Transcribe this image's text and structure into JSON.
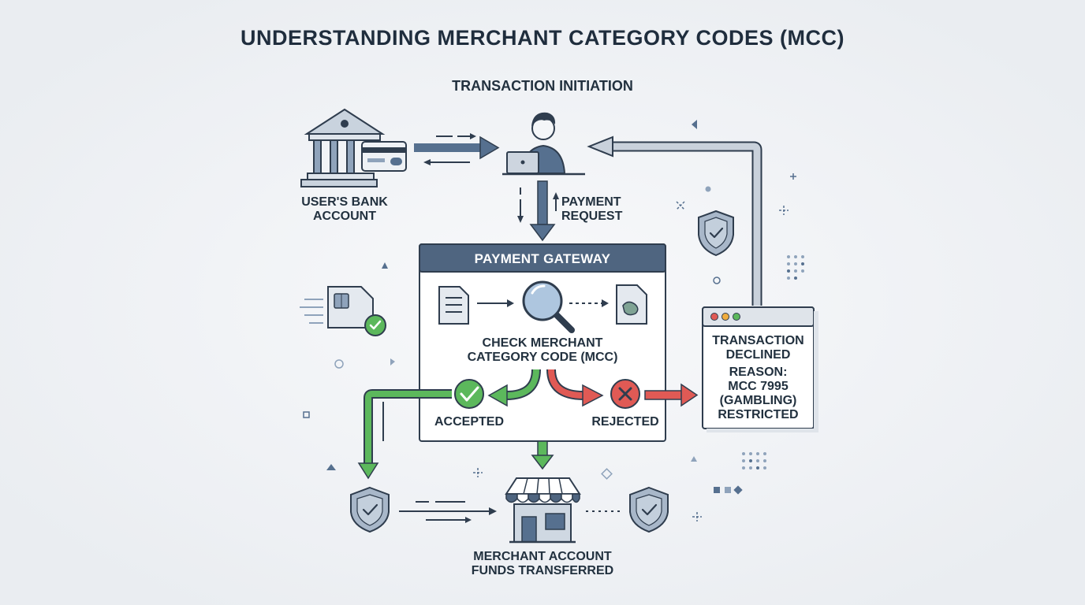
{
  "title": "UNDERSTANDING MERCHANT CATEGORY CODES (MCC)",
  "subtitle": "TRANSACTION INITIATION",
  "bank": {
    "line1": "USER'S BANK",
    "line2": "ACCOUNT"
  },
  "payment_request": {
    "line1": "PAYMENT",
    "line2": "REQUEST"
  },
  "gateway": {
    "header": "PAYMENT GATEWAY",
    "check_line1": "CHECK MERCHANT",
    "check_line2": "CATEGORY CODE (MCC)",
    "accepted": "ACCEPTED",
    "rejected": "REJECTED"
  },
  "declined": {
    "line1": "TRANSACTION",
    "line2": "DECLINED",
    "line3": "REASON:",
    "line4": "MCC 7995",
    "line5": "(GAMBLING)",
    "line6": "RESTRICTED"
  },
  "merchant": {
    "line1": "MERCHANT ACCOUNT",
    "line2": "FUNDS TRANSFERRED"
  },
  "colors": {
    "background": "#f1f3f6",
    "navy": "#2f3d4e",
    "slate_blue": "#56708f",
    "header_blue": "#4f6580",
    "accepted_green": "#5cb85c",
    "rejected_red": "#e05a55",
    "light_gray": "#c9d1db"
  },
  "icons": [
    "bank-icon",
    "credit-card-icon",
    "user-laptop-icon",
    "document-icon",
    "magnifier-icon",
    "map-document-icon",
    "check-circle-icon",
    "x-circle-icon",
    "shield-check-icon",
    "storefront-icon",
    "browser-window-icon"
  ]
}
